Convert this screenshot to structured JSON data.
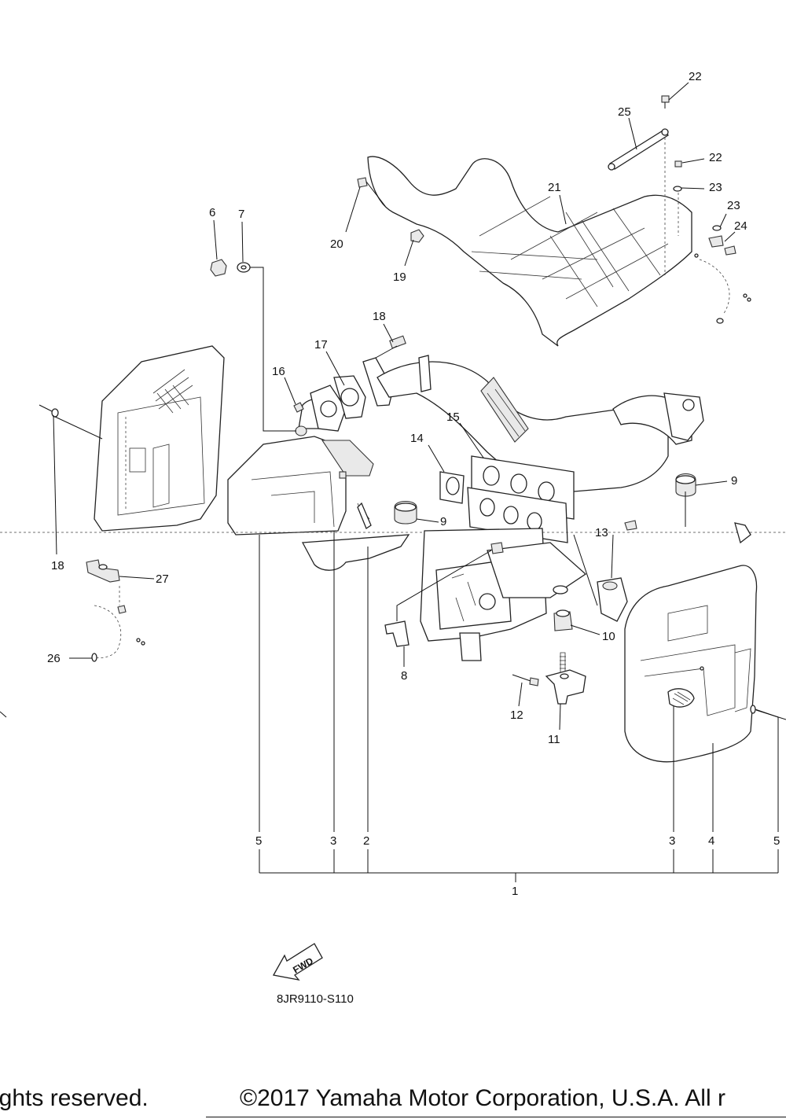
{
  "diagram": {
    "callouts": {
      "c1": "1",
      "c2": "2",
      "c3a": "3",
      "c3b": "3",
      "c4": "4",
      "c5a": "5",
      "c5b": "5",
      "c6": "6",
      "c7": "7",
      "c8": "8",
      "c9a": "9",
      "c9b": "9",
      "c10": "10",
      "c11": "11",
      "c12": "12",
      "c13": "13",
      "c14": "14",
      "c15": "15",
      "c16": "16",
      "c17": "17",
      "c18a": "18",
      "c18b": "18",
      "c19": "19",
      "c20": "20",
      "c21": "21",
      "c22a": "22",
      "c22b": "22",
      "c23a": "23",
      "c23b": "23",
      "c24": "24",
      "c25": "25",
      "c26": "26",
      "c27": "27"
    },
    "fwd_label": "FWD",
    "drawing_code": "8JR9110-S110"
  },
  "footer": {
    "left_text": "ights reserved.",
    "right_text": "©2017 Yamaha Motor Corporation, U.S.A. All r"
  }
}
